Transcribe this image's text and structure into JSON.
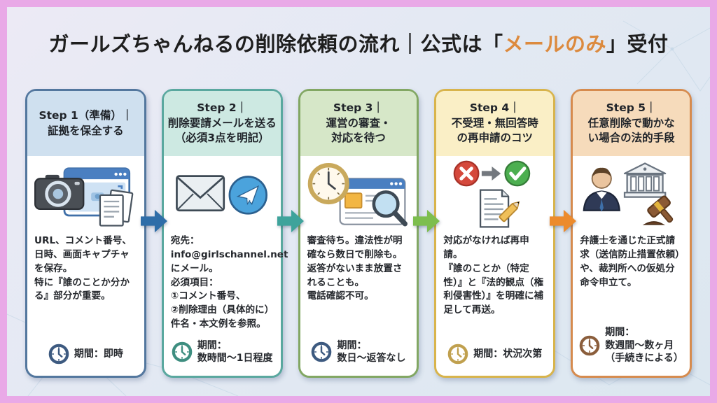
{
  "title": {
    "part1": "ガールズちゃんねるの削除依頼の流れ｜公式は「",
    "highlight": "メールのみ",
    "part2": "」受付",
    "highlight_color": "#DC8A3E",
    "text_color": "#1E1E1E"
  },
  "page": {
    "frame_color": "#E9A9E7",
    "background_top": "#ECEAF5",
    "background_bottom": "#DCE7F0",
    "watermark_glyph": "❯"
  },
  "arrows": [
    {
      "between": "step-1-to-step-2",
      "color": "#2E6DA8"
    },
    {
      "between": "step-2-to-step-3",
      "color": "#3EA39B"
    },
    {
      "between": "step-3-to-step-4",
      "color": "#7DBE4E"
    },
    {
      "between": "step-4-to-step-5",
      "color": "#EC8B2D"
    }
  ],
  "steps": [
    {
      "header": "Step 1（準備）｜\n証拠を保全する",
      "body": "URL、コメント番号、日時、画面キャプチャを保存。\n特に『誰のことか分かる』部分が重要。",
      "period": "期間：即時",
      "icons": [
        "camera-icon",
        "browser-screenshot-icon",
        "documents-icon"
      ],
      "colors": {
        "border": "#53779E",
        "header_bg": "#CFE0EF",
        "clock": "#3D5A80"
      }
    },
    {
      "header": "Step 2｜\n削除要請メールを送る\n（必須3点を明記）",
      "body": "宛先：\ninfo@girlschannel.net\nにメール。\n必須項目：\n①コメント番号、\n②削除理由（具体的に）\n件名・本文例を参照。",
      "period": "期間：\n数時間～1日程度",
      "icons": [
        "envelope-icon",
        "paper-plane-icon"
      ],
      "colors": {
        "border": "#5AA89F",
        "header_bg": "#CDE9E2",
        "clock": "#3E8E80"
      }
    },
    {
      "header": "Step 3｜\n運営の審査・\n対応を待つ",
      "body": "審査待ち。違法性が明確なら数日で削除も。返答がないまま放置されることも。\n電話確認不可。",
      "period": "期間：\n数日～返答なし",
      "icons": [
        "clock-icon",
        "browser-search-icon",
        "magnifier-icon"
      ],
      "colors": {
        "border": "#82A763",
        "header_bg": "#D6E7C8",
        "clock": "#3D5A80"
      }
    },
    {
      "header": "Step 4｜\n不受理・無回答時\nの再申請のコツ",
      "body": "対応がなければ再申請。\n『誰のことか（特定性）』と『法的観点（権利侵害性）』を明確に補足して再送。",
      "period": "期間：状況次第",
      "icons": [
        "x-circle-icon",
        "arrow-right-icon",
        "check-circle-icon",
        "document-pencil-icon"
      ],
      "colors": {
        "border": "#D8B44C",
        "header_bg": "#FAEFC6",
        "clock": "#C0A04E"
      }
    },
    {
      "header": "Step 5｜\n任意削除で動かな\nい場合の法的手段",
      "body": "弁護士を通じた正式請求（送信防止措置依頼）や、裁判所への仮処分命令申立て。",
      "period": "期間：\n数週間～数ヶ月\n（手続きによる）",
      "icons": [
        "lawyer-icon",
        "courthouse-icon",
        "gavel-icon"
      ],
      "colors": {
        "border": "#D68B4E",
        "header_bg": "#F6DBBB",
        "clock": "#8B5E3C"
      }
    }
  ]
}
